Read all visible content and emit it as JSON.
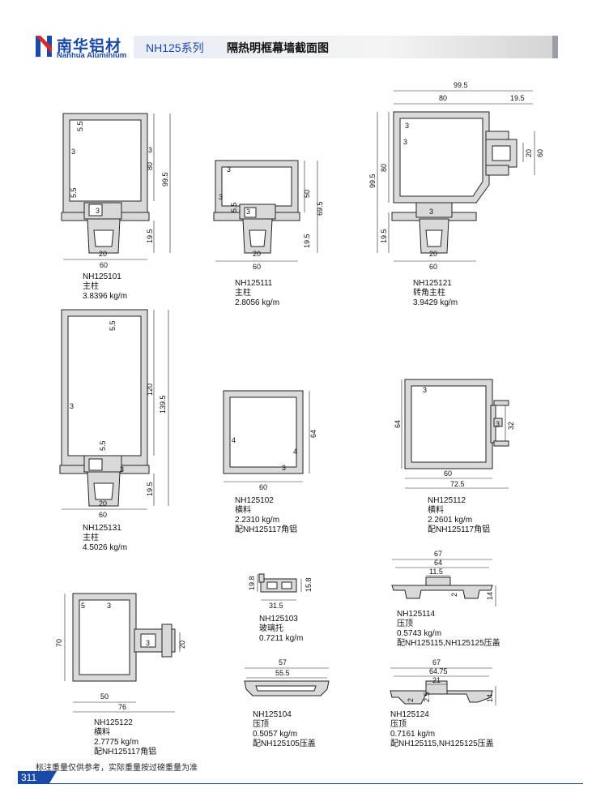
{
  "header": {
    "brand_cn": "南华铝材",
    "brand_en": "Nanhua Aluminium",
    "series": "NH125系列",
    "title": "隔热明框幕墙截面图"
  },
  "profiles": [
    {
      "code": "NH125101",
      "name": "主柱",
      "weight": "3.8396 kg/m",
      "dims": [
        "5.5",
        "3",
        "3",
        "5.5",
        "3",
        "80",
        "99.5",
        "19.5",
        "20",
        "60"
      ]
    },
    {
      "code": "NH125111",
      "name": "主柱",
      "weight": "2.8056 kg/m",
      "dims": [
        "3",
        "3",
        "3",
        "5.5",
        "50",
        "69.5",
        "19.5",
        "20",
        "60"
      ]
    },
    {
      "code": "NH125121",
      "name": "转角主柱",
      "weight": "3.9429 kg/m",
      "dims": [
        "99.5",
        "80",
        "19.5",
        "3",
        "3",
        "20",
        "60",
        "99.5",
        "80",
        "19.5",
        "3",
        "20",
        "60"
      ]
    },
    {
      "code": "NH125131",
      "name": "主柱",
      "weight": "4.5026 kg/m",
      "dims": [
        "5.5",
        "3",
        "120",
        "139.5",
        "5.5",
        "3",
        "19.5",
        "20",
        "60"
      ]
    },
    {
      "code": "NH125102",
      "name": "横料",
      "weight": "2.2310 kg/m",
      "note": "配NH125117角铝",
      "dims": [
        "4",
        "4",
        "64",
        "3",
        "60"
      ]
    },
    {
      "code": "NH125112",
      "name": "横料",
      "weight": "2.2601 kg/m",
      "note": "配NH125117角铝",
      "dims": [
        "3",
        "64",
        "3",
        "32",
        "60",
        "72.5"
      ]
    },
    {
      "code": "NH125122",
      "name": "横料",
      "weight": "2.7775 kg/m",
      "note": "配NH125117角铝",
      "dims": [
        "5",
        "3",
        "70",
        "3",
        "20",
        "50",
        "76"
      ]
    },
    {
      "code": "NH125103",
      "name": "玻璃托",
      "weight": "0.7211 kg/m",
      "dims": [
        "19.8",
        "15.8",
        "31.5"
      ]
    },
    {
      "code": "NH125114",
      "name": "压顶",
      "weight": "0.5743 kg/m",
      "note": "配NH125115,NH125125压盖",
      "dims": [
        "67",
        "64",
        "11.5",
        "2",
        "14"
      ]
    },
    {
      "code": "NH125104",
      "name": "压顶",
      "weight": "0.5057 kg/m",
      "note": "配NH125105压盖",
      "dims": [
        "57",
        "55.5"
      ]
    },
    {
      "code": "NH125124",
      "name": "压顶",
      "weight": "0.7161 kg/m",
      "note": "配NH125115,NH125125压盖",
      "dims": [
        "67",
        "64.75",
        "21",
        "2",
        "2.5",
        "14"
      ]
    }
  ],
  "footnote": "标注重量仅供参考，实际重量按过磅重量为准",
  "page_number": "311",
  "colors": {
    "brand": "#1a4aa8",
    "profile_fill": "#d9d9d9",
    "profile_stroke": "#222222"
  }
}
